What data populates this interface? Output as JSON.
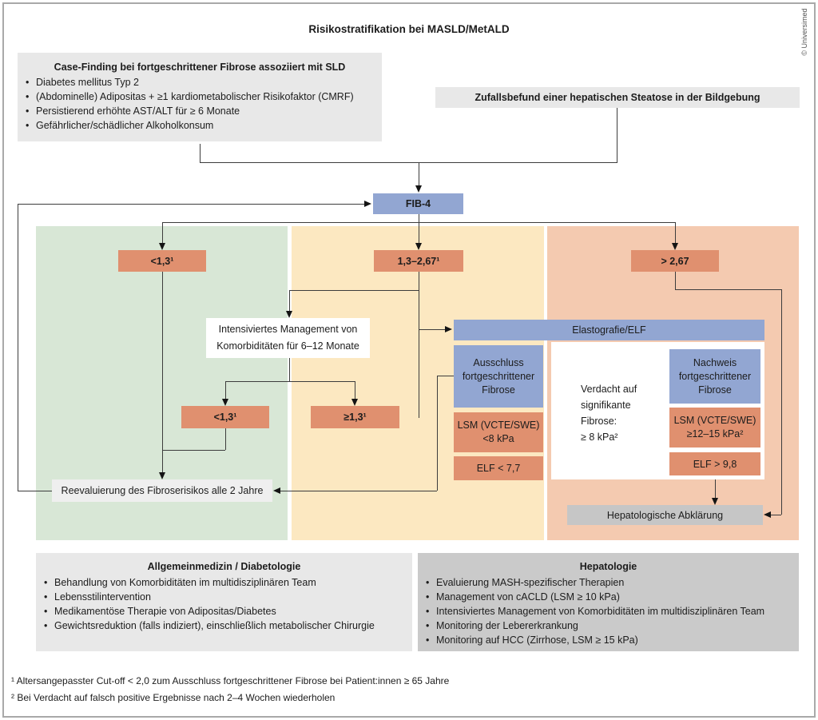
{
  "palette": {
    "panel_green": "#d8e7d6",
    "panel_yellow": "#fce8c1",
    "panel_salmon": "#f4cab0",
    "box_salmon": "#e0906f",
    "box_blue": "#92a6d2",
    "box_gray_light": "#e8e8e8",
    "box_gray_medium": "#cacaca",
    "box_gray_referral": "#c6c6c6",
    "box_gray_reevaluation": "#efefef",
    "connector_line": "#3c3c3c"
  },
  "header": {
    "title": "Risikostratifikation bei MASLD/MetALD",
    "credit": "© Universimed"
  },
  "case_finding": {
    "title": "Case-Finding bei fortgeschrittener Fibrose assoziiert mit SLD",
    "items": [
      "Diabetes mellitus Typ 2",
      "(Abdominelle) Adipositas + ≥1 kardiometabolischer Risikofaktor (CMRF)",
      "Persistierend erhöhte AST/ALT für ≥ 6 Monate",
      "Gefährlicher/schädlicher Alkoholkonsum"
    ]
  },
  "incidental_finding": {
    "label": "Zufallsbefund einer hepatischen Steatose in der Bildgebung"
  },
  "fib4": {
    "label": "FIB-4"
  },
  "fib4_results": {
    "low": "<1,3¹",
    "intermediate": "1,3–2,67¹",
    "high": "> 2,67"
  },
  "management_interim": {
    "line1": "Intensiviertes Management von",
    "line2": "Komorbiditäten für 6–12 Monate"
  },
  "retest_results": {
    "low": "<1,3¹",
    "high": "≥1,3¹"
  },
  "elastography": {
    "label": "Elastografie/ELF"
  },
  "exclusion": {
    "title": "Ausschluss fortgeschrittener Fibrose",
    "lsm": "LSM (VCTE/SWE) <8 kPa",
    "elf": "ELF < 7,7"
  },
  "suspicion": {
    "line1": "Verdacht auf",
    "line2": "signifikante",
    "line3": "Fibrose:",
    "line4": "≥ 8 kPa²"
  },
  "confirmation": {
    "title": "Nachweis fortgeschrittener Fibrose",
    "lsm": "LSM (VCTE/SWE) ≥12–15 kPa²",
    "elf": "ELF > 9,8"
  },
  "hepatology_referral": {
    "label": "Hepatologische Abklärung"
  },
  "reevaluation": {
    "label": "Reevaluierung des Fibroserisikos alle 2 Jahre"
  },
  "primary_care": {
    "title": "Allgemeinmedizin / Diabetologie",
    "items": [
      "Behandlung von Komorbiditäten im multidisziplinären Team",
      "Lebensstilintervention",
      "Medikamentöse Therapie von Adipositas/Diabetes",
      "Gewichtsreduktion (falls indiziert), einschließlich metabolischer Chirurgie"
    ]
  },
  "hepatology": {
    "title": "Hepatologie",
    "items": [
      "Evaluierung MASH-spezifischer Therapien",
      "Management von cACLD (LSM ≥ 10 kPa)",
      "Intensiviertes Management von Komorbiditäten im multidisziplinären Team",
      "Monitoring der Lebererkrankung",
      "Monitoring auf HCC (Zirrhose, LSM ≥ 15 kPa)"
    ]
  },
  "footnotes": [
    "¹ Altersangepasster Cut-off < 2,0 zum Ausschluss fortgeschrittener Fibrose bei Patient:innen ≥ 65 Jahre",
    "² Bei Verdacht auf falsch positive Ergebnisse nach 2–4 Wochen wiederholen"
  ]
}
